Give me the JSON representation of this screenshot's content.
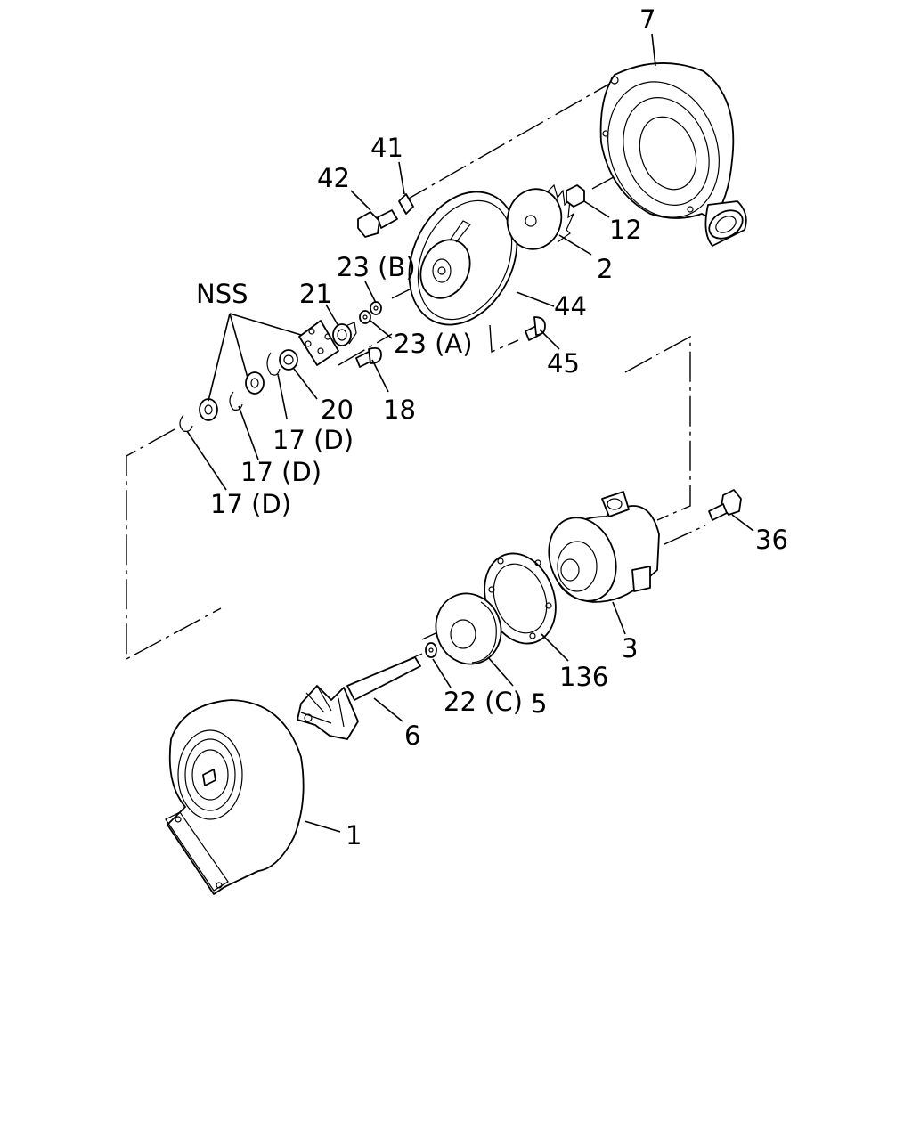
{
  "callouts": {
    "c7": "7",
    "c41": "41",
    "c42": "42",
    "c12": "12",
    "c2": "2",
    "c23b": "23 (B)",
    "cnss": "NSS",
    "c21": "21",
    "c44": "44",
    "c23a": "23 (A)",
    "c45": "45",
    "c20": "20",
    "c18": "18",
    "c17d_1": "17 (D)",
    "c17d_2": "17 (D)",
    "c17d_3": "17 (D)",
    "c36": "36",
    "c3": "3",
    "c136": "136",
    "c22c": "22 (C)",
    "c5": "5",
    "c6": "6",
    "c1": "1"
  }
}
